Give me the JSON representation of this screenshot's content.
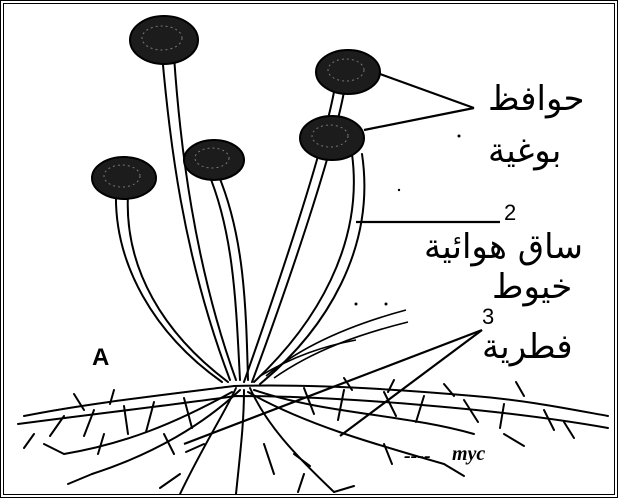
{
  "figure": {
    "panel_letter": "A",
    "labels": {
      "sporangia": [
        "حوافظ",
        "بوغية"
      ],
      "sporangiophore": "ساق هوائية",
      "hyphae": [
        "خيوط",
        "فطرية"
      ],
      "num_2": "2",
      "num_3": "3",
      "myc": "myc",
      "myc_prefix": "----"
    },
    "colors": {
      "ink": "#000000",
      "sporangium_fill": "#1c1c1c",
      "background": "#ffffff"
    }
  }
}
